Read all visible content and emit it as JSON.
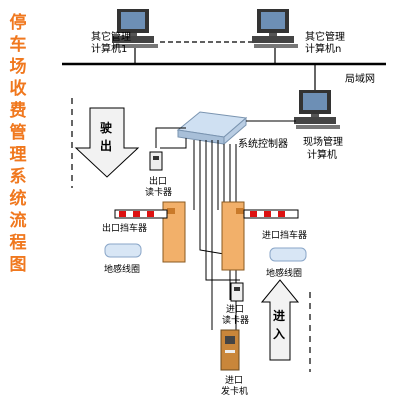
{
  "title_chars": [
    "停",
    "车",
    "场",
    "收",
    "费",
    "管",
    "理",
    "系",
    "统",
    "流",
    "程",
    "图"
  ],
  "labels": {
    "other_pc_1": [
      "其它管理",
      "计算机1"
    ],
    "other_pc_n": [
      "其它管理",
      "计算机n"
    ],
    "lan": "局域网",
    "site_pc": [
      "现场管理",
      "计算机"
    ],
    "controller": "系统控制器",
    "exit_arrow": [
      "驶",
      "出"
    ],
    "exit_reader": [
      "出口",
      "读卡器"
    ],
    "exit_barrier": "出口挡车器",
    "entry_barrier": "进口挡车器",
    "loop_exit": "地感线圈",
    "loop_entry": "地感线圈",
    "entry_reader": [
      "进口",
      "读卡器"
    ],
    "entry_arrow": [
      "进",
      "入"
    ],
    "card_dispenser": [
      "进口",
      "发卡机"
    ]
  },
  "colors": {
    "title": "#f0781e",
    "booth": "#f2b06a",
    "controller": "#cfe0f2",
    "loop": "#d8e6f5"
  }
}
